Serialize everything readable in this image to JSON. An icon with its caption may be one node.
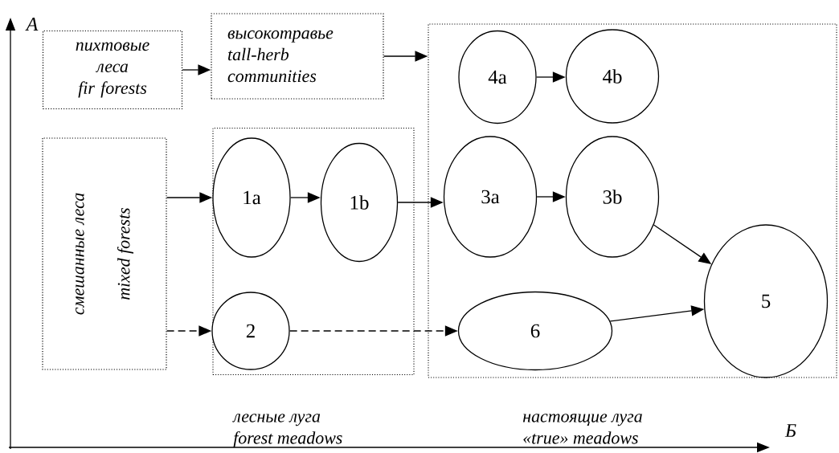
{
  "diagram": {
    "nodes": [
      {
        "text": [
          "пихтовые леса",
          "fir forests"
        ]
      },
      {
        "text": [
          "высокотравье",
          "tall-herb communities"
        ]
      },
      {
        "text": [
          "смешанные леса",
          "mixed forests"
        ]
      },
      {
        "text": [
          "лесные луга",
          "forest meadows"
        ]
      },
      {
        "text": [
          "1a"
        ],
        "in": 3
      },
      {
        "text": [
          "1b"
        ],
        "in": 3
      },
      {
        "text": [
          "2"
        ],
        "in": 3
      },
      {
        "text": [
          "настоящие луга",
          "«true» meadows"
        ]
      },
      {
        "text": [
          "4a"
        ],
        "in": 7
      },
      {
        "text": [
          "4b"
        ],
        "in": 7
      },
      {
        "text": [
          "3a"
        ],
        "in": 7
      },
      {
        "text": [
          "3b"
        ],
        "in": 7
      },
      {
        "text": [
          "5"
        ],
        "in": 7
      },
      {
        "text": [
          "6"
        ],
        "in": 7
      }
    ],
    "edges": [
      {
        "from": 0,
        "to": 1,
        "arrow": "to"
      },
      {
        "from": 1,
        "to": 7,
        "arrow": "to"
      },
      {
        "from": 2,
        "to": 4,
        "arrow": "to"
      },
      {
        "from": 4,
        "to": 5,
        "arrow": "to"
      },
      {
        "from": 5,
        "to": 10,
        "arrow": "to"
      },
      {
        "from": 8,
        "to": 9,
        "arrow": "to"
      },
      {
        "from": 10,
        "to": 11,
        "arrow": "to"
      },
      {
        "from": 11,
        "to": 12,
        "arrow": "to"
      },
      {
        "from": 2,
        "to": 6,
        "arrow": "to",
        "style": "dashed"
      },
      {
        "from": 6,
        "to": 13,
        "arrow": "to",
        "style": "dashed"
      },
      {
        "from": 13,
        "to": 12,
        "arrow": "to"
      }
    ],
    "labels": [
      "А",
      "Б"
    ]
  }
}
